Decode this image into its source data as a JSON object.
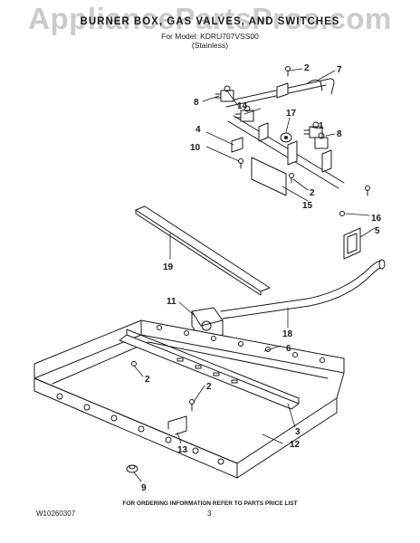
{
  "watermark": "AppliancePartsPros.com",
  "header": {
    "title": "BURNER BOX, GAS VALVES, AND SWITCHES",
    "model_line": "For Model: KDRU707VSS00",
    "variant": "(Stainless)"
  },
  "callouts": {
    "c1": "1",
    "c2a": "2",
    "c2b": "2",
    "c2c": "2",
    "c2d": "2",
    "c3": "3",
    "c4": "4",
    "c5": "5",
    "c6": "6",
    "c7": "7",
    "c8a": "8",
    "c8b": "8",
    "c9": "9",
    "c10": "10",
    "c11": "11",
    "c12": "12",
    "c13": "13",
    "c14": "14",
    "c15": "15",
    "c16": "16",
    "c17": "17",
    "c18": "18",
    "c19": "19"
  },
  "footer": {
    "ordering_note": "FOR ORDERING INFORMATION REFER TO PARTS PRICE LIST",
    "doc_number": "W10260307",
    "page_number": "3"
  }
}
